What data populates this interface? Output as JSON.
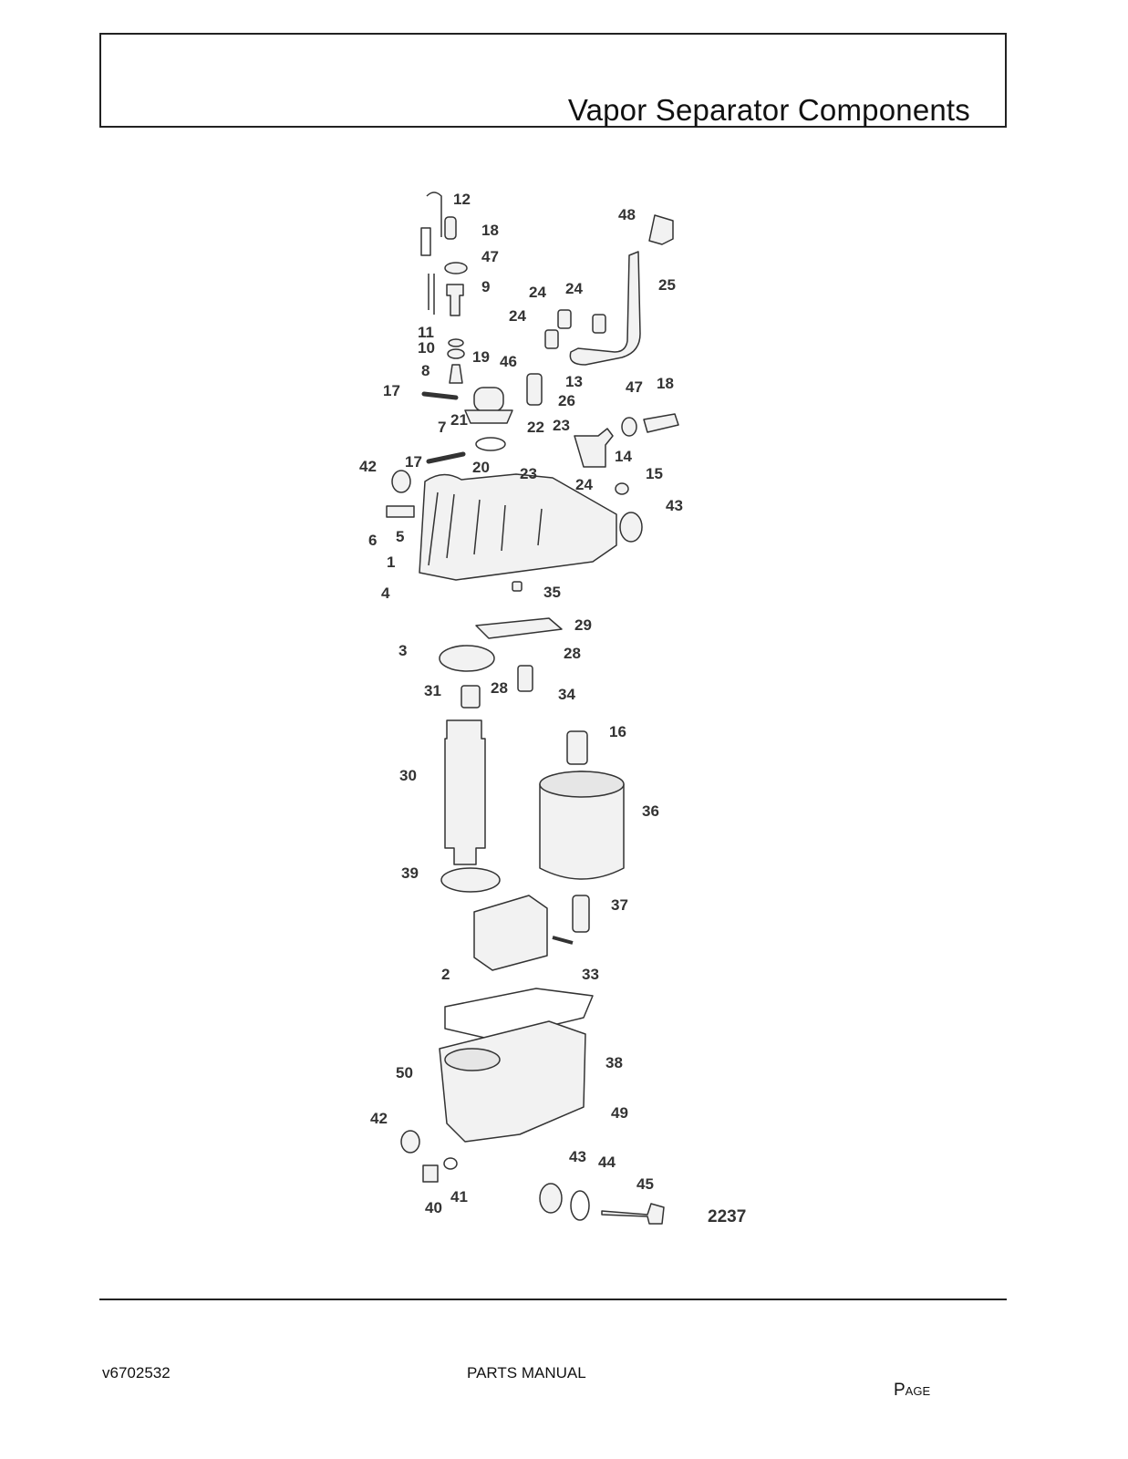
{
  "header": {
    "title": "Vapor Separator Components"
  },
  "diagram": {
    "reference_number": "2237",
    "callouts": [
      "12",
      "18",
      "47",
      "9",
      "11",
      "10",
      "8",
      "19",
      "46",
      "17",
      "7",
      "21",
      "20",
      "17",
      "42",
      "6",
      "5",
      "1",
      "4",
      "48",
      "25",
      "24",
      "24",
      "24",
      "13",
      "26",
      "22",
      "23",
      "23",
      "24",
      "47",
      "18",
      "14",
      "15",
      "43",
      "35",
      "29",
      "28",
      "28",
      "3",
      "31",
      "34",
      "16",
      "30",
      "36",
      "39",
      "37",
      "33",
      "2",
      "50",
      "38",
      "49",
      "42",
      "40",
      "41",
      "43",
      "44",
      "45"
    ]
  },
  "footer": {
    "doc_id": "v6702532",
    "doc_name": "PARTS MANUAL",
    "page_label": "Page"
  }
}
